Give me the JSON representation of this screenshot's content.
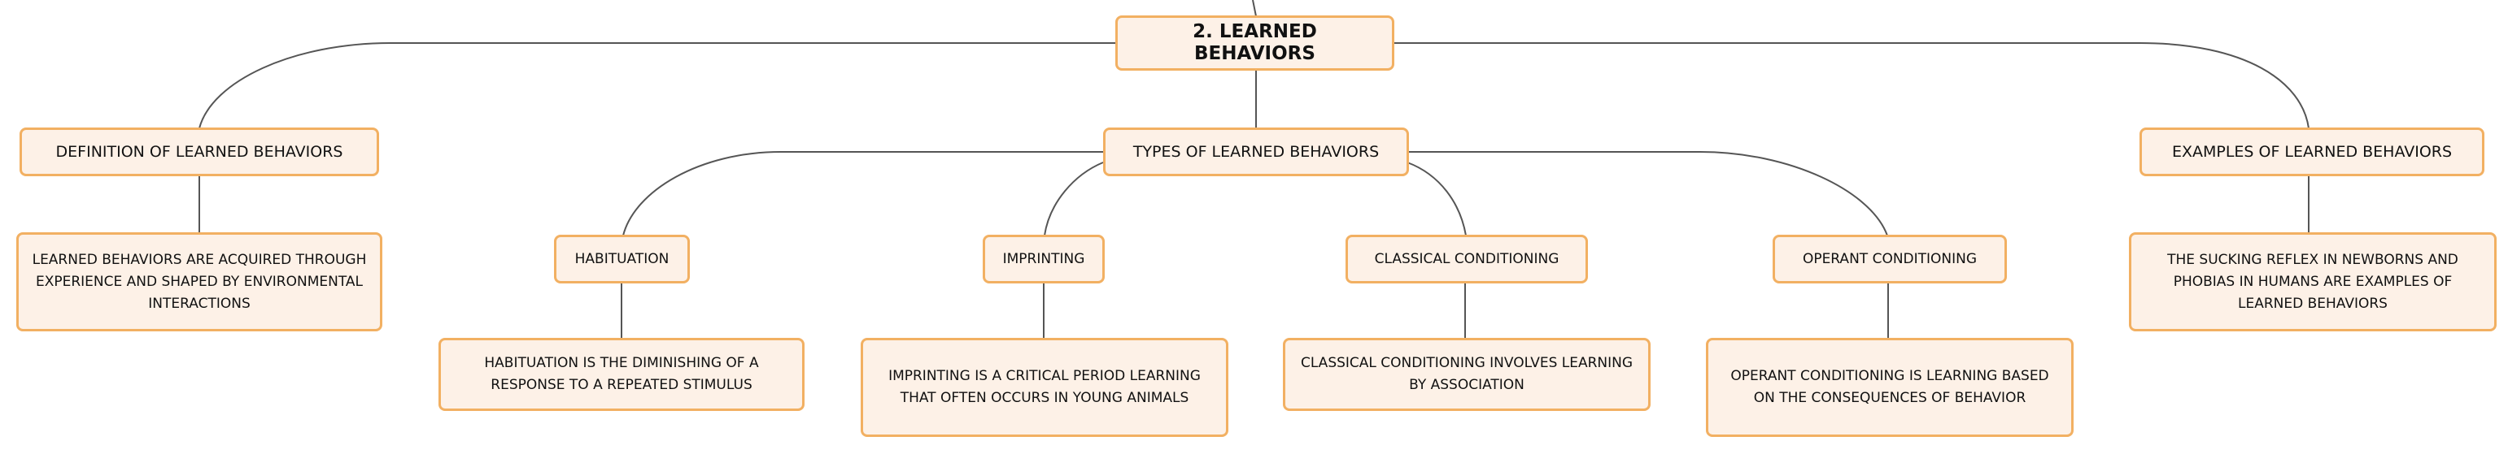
{
  "root": {
    "label": "2. LEARNED BEHAVIORS"
  },
  "definition": {
    "label": "DEFINITION OF LEARNED BEHAVIORS",
    "detail": "LEARNED BEHAVIORS ARE ACQUIRED THROUGH EXPERIENCE AND SHAPED BY ENVIRONMENTAL INTERACTIONS"
  },
  "types": {
    "label": "TYPES OF LEARNED BEHAVIORS",
    "items": [
      {
        "label": "HABITUATION",
        "detail": "HABITUATION IS THE DIMINISHING OF A RESPONSE TO A REPEATED STIMULUS"
      },
      {
        "label": "IMPRINTING",
        "detail": "IMPRINTING IS A CRITICAL PERIOD LEARNING THAT OFTEN OCCURS IN YOUNG ANIMALS"
      },
      {
        "label": "CLASSICAL CONDITIONING",
        "detail": "CLASSICAL CONDITIONING INVOLVES LEARNING BY ASSOCIATION"
      },
      {
        "label": "OPERANT CONDITIONING",
        "detail": "OPERANT CONDITIONING IS LEARNING BASED ON THE CONSEQUENCES OF BEHAVIOR"
      }
    ]
  },
  "examples": {
    "label": "EXAMPLES OF LEARNED BEHAVIORS",
    "detail": "THE SUCKING REFLEX IN NEWBORNS AND PHOBIAS IN HUMANS ARE EXAMPLES OF LEARNED BEHAVIORS"
  },
  "colors": {
    "node_fill": "#fdf1e7",
    "node_border": "#f2b062",
    "connector": "#555555",
    "text": "#111111"
  }
}
